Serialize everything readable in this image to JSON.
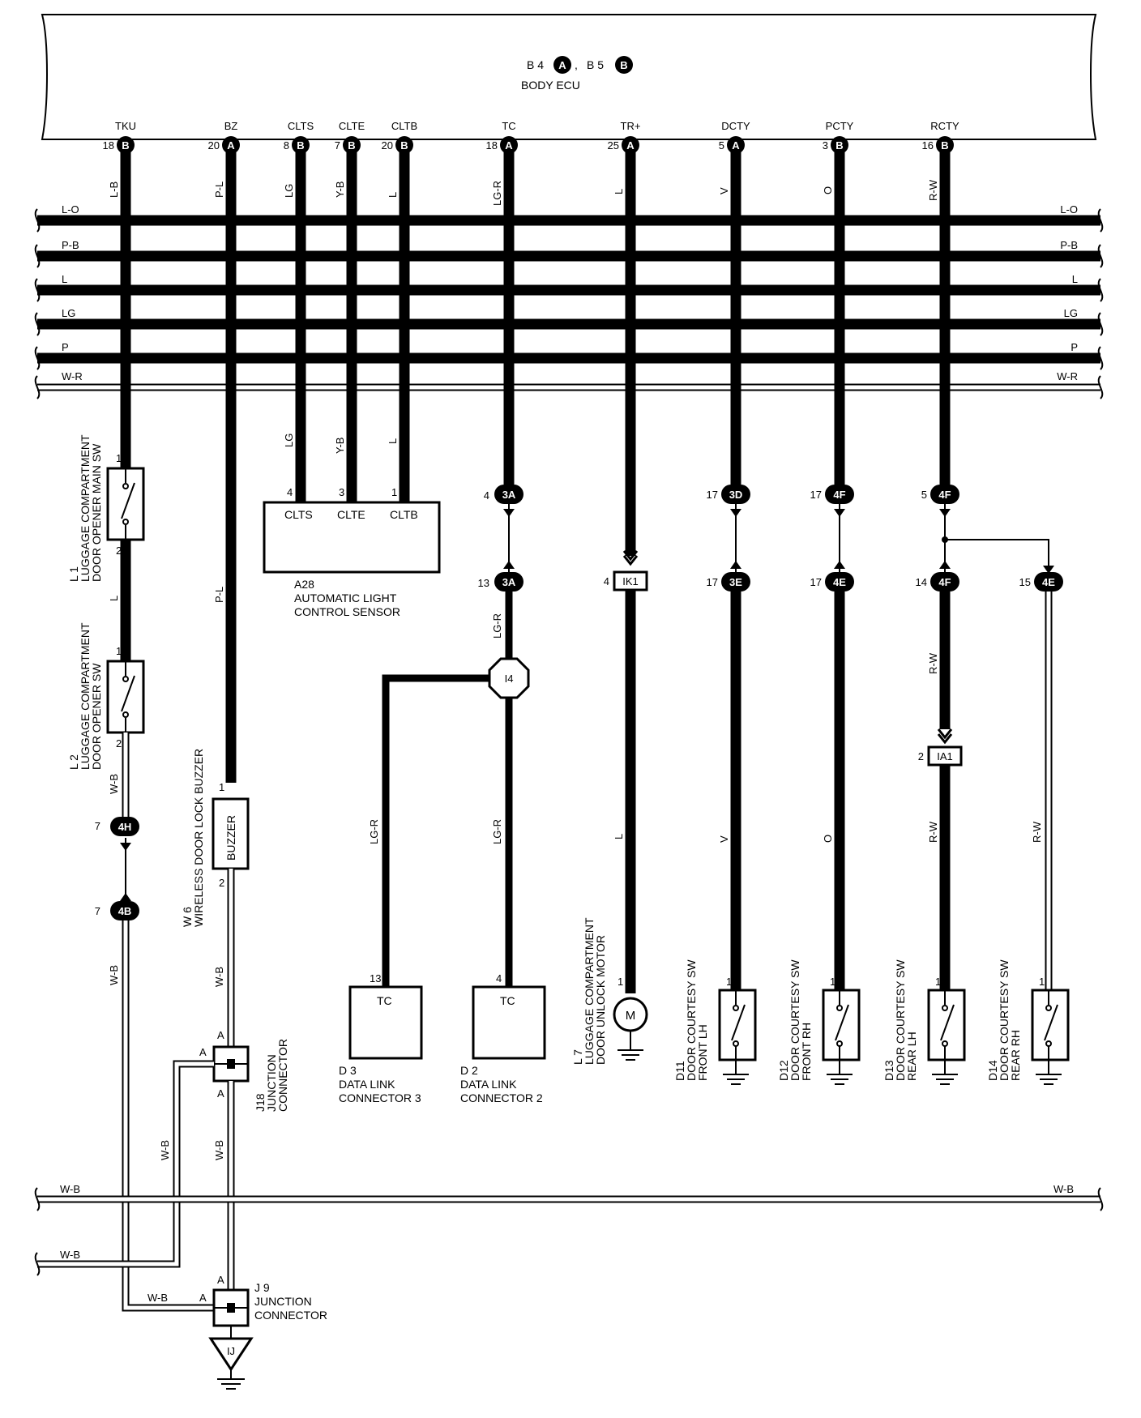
{
  "ecu": {
    "id_line": "B 4 (A), B 5 (B)",
    "id_1": "B 4",
    "tag_1": "A",
    "sep": ",",
    "id_2": "B 5",
    "tag_2": "B",
    "name": "BODY ECU"
  },
  "terminals": [
    {
      "name": "TKU",
      "pin": "18",
      "conn": "B",
      "wire": "L-B"
    },
    {
      "name": "BZ",
      "pin": "20",
      "conn": "A",
      "wire": "P-L"
    },
    {
      "name": "CLTS",
      "pin": "8",
      "conn": "B",
      "wire": "LG"
    },
    {
      "name": "CLTE",
      "pin": "7",
      "conn": "B",
      "wire": "Y-B"
    },
    {
      "name": "CLTB",
      "pin": "20",
      "conn": "B",
      "wire": "L"
    },
    {
      "name": "TC",
      "pin": "18",
      "conn": "A",
      "wire": "LG-R"
    },
    {
      "name": "TR+",
      "pin": "25",
      "conn": "A",
      "wire": "L"
    },
    {
      "name": "DCTY",
      "pin": "5",
      "conn": "A",
      "wire": "V"
    },
    {
      "name": "PCTY",
      "pin": "3",
      "conn": "B",
      "wire": "O"
    },
    {
      "name": "RCTY",
      "pin": "16",
      "conn": "B",
      "wire": "R-W"
    }
  ],
  "buses": [
    "L-O",
    "P-B",
    "L",
    "LG",
    "P",
    "W-R"
  ],
  "ground_bus": [
    "W-B",
    "W-B"
  ],
  "components": {
    "l1": {
      "id": "L 1",
      "name1": "LUGGAGE COMPARTMENT",
      "name2": "DOOR OPENER MAIN SW",
      "pin_top": "1",
      "pin_bot": "2"
    },
    "l2": {
      "id": "L 2",
      "name1": "LUGGAGE COMPARTMENT",
      "name2": "DOOR OPENER SW",
      "pin_top": "1",
      "pin_bot": "2"
    },
    "w6": {
      "id": "W 6",
      "name": "WIRELESS DOOR LOCK BUZZER",
      "label": "BUZZER",
      "pin_top": "1",
      "pin_bot": "2"
    },
    "a28": {
      "id": "A28",
      "name1": "AUTOMATIC LIGHT",
      "name2": "CONTROL SENSOR",
      "pins": [
        "4",
        "3",
        "1"
      ],
      "terms": [
        "CLTS",
        "CLTE",
        "CLTB"
      ]
    },
    "d3": {
      "id": "D 3",
      "name1": "DATA LINK",
      "name2": "CONNECTOR 3",
      "pin": "13",
      "term": "TC"
    },
    "d2": {
      "id": "D 2",
      "name1": "DATA LINK",
      "name2": "CONNECTOR 2",
      "pin": "4",
      "term": "TC"
    },
    "l7": {
      "id": "L 7",
      "name1": "LUGGAGE COMPARTMENT",
      "name2": "DOOR UNLOCK MOTOR",
      "pin": "1",
      "symbol": "M"
    },
    "d11": {
      "id": "D11",
      "name1": "DOOR COURTESY SW",
      "name2": "FRONT LH",
      "pin": "1"
    },
    "d12": {
      "id": "D12",
      "name1": "DOOR COURTESY SW",
      "name2": "FRONT RH",
      "pin": "1"
    },
    "d13": {
      "id": "D13",
      "name1": "DOOR COURTESY SW",
      "name2": "REAR LH",
      "pin": "1"
    },
    "d14": {
      "id": "D14",
      "name1": "DOOR COURTESY SW",
      "name2": "REAR RH",
      "pin": "1"
    },
    "j18": {
      "id": "J18",
      "name1": "JUNCTION",
      "name2": "CONNECTOR",
      "pin": "A"
    },
    "j9": {
      "id": "J 9",
      "name1": "JUNCTION",
      "name2": "CONNECTOR",
      "pin": "A"
    },
    "i4": {
      "id": "I4"
    },
    "ik1": {
      "id": "IK1",
      "pin": "4"
    },
    "ia1": {
      "id": "IA1",
      "pin": "2"
    },
    "ij": {
      "id": "IJ"
    }
  },
  "inline_connectors": [
    {
      "id": "3A",
      "pin": "4"
    },
    {
      "id": "3A",
      "pin": "13"
    },
    {
      "id": "3D",
      "pin": "17"
    },
    {
      "id": "3E",
      "pin": "17"
    },
    {
      "id": "4F",
      "pin": "17"
    },
    {
      "id": "4E",
      "pin": "17"
    },
    {
      "id": "4F",
      "pin": "5"
    },
    {
      "id": "4F",
      "pin": "14"
    },
    {
      "id": "4E",
      "pin": "15"
    },
    {
      "id": "4H",
      "pin": "7"
    },
    {
      "id": "4B",
      "pin": "7"
    }
  ],
  "wire_labels": {
    "l1_between": "L",
    "l2_bottom": "W-B",
    "l2_below": "W-B",
    "w6_bottom": "W-B",
    "j18_bottom": "W-B",
    "j18_left": "W-B",
    "j9_left": "W-B",
    "a28_lg": "LG",
    "a28_yb": "Y-B",
    "a28_l": "L",
    "w6_top": "P-L",
    "tc_lower": "LG-R",
    "d3_wire": "LG-R",
    "d2_wire": "LG-R",
    "l7_wire": "L",
    "d11_wire": "V",
    "d12_wire": "O",
    "ia1_top": "R-W",
    "d13_wire": "R-W",
    "d14_wire": "R-W"
  },
  "colors": {
    "ink": "#000000",
    "paper": "#ffffff"
  }
}
